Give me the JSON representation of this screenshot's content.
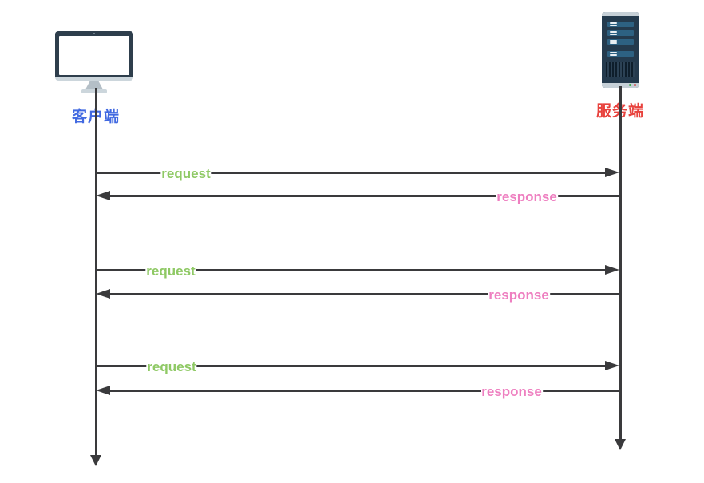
{
  "diagram": {
    "type": "sequence-diagram",
    "client": {
      "label": "客户端",
      "icon": "monitor-icon"
    },
    "server": {
      "label": "服务端",
      "icon": "server-icon"
    },
    "messages": [
      {
        "label": "request",
        "kind": "request",
        "direction": "client-to-server"
      },
      {
        "label": "response",
        "kind": "response",
        "direction": "server-to-client"
      },
      {
        "label": "request",
        "kind": "request",
        "direction": "client-to-server"
      },
      {
        "label": "response",
        "kind": "response",
        "direction": "server-to-client"
      },
      {
        "label": "request",
        "kind": "request",
        "direction": "client-to-server"
      },
      {
        "label": "response",
        "kind": "response",
        "direction": "server-to-client"
      }
    ],
    "colors": {
      "line": "#3a3a3c",
      "request_label": "#8fc965",
      "response_label": "#ee7fc0",
      "client_label": "#4169e1",
      "server_label": "#e8423d",
      "background": "#ffffff"
    }
  }
}
